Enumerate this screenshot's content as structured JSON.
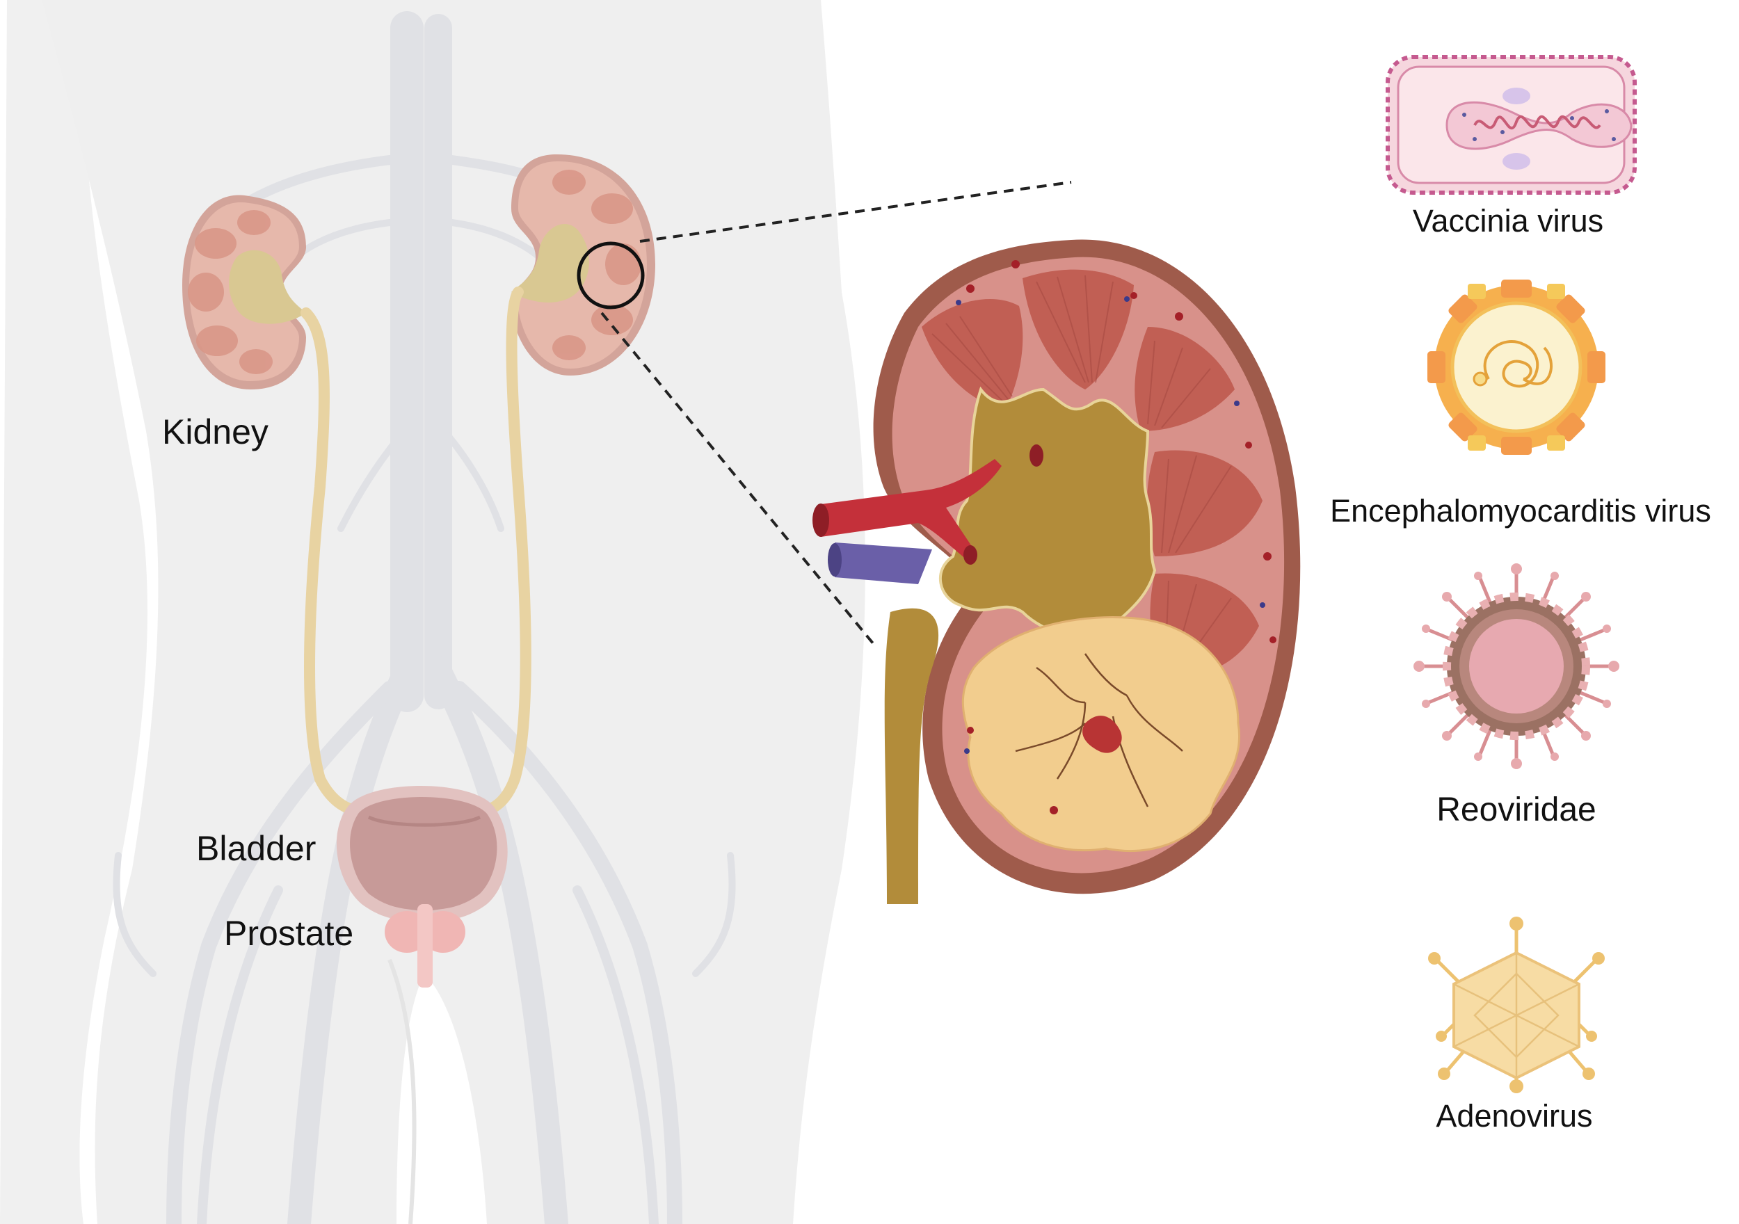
{
  "anatomy_labels": {
    "kidney": "Kidney",
    "bladder": "Bladder",
    "prostate": "Prostate"
  },
  "viruses": [
    {
      "name": "Vaccinia virus",
      "icon": "vaccinia-virus-icon"
    },
    {
      "name": "Encephalomyocarditis virus",
      "icon": "encephalomyocarditis-virus-icon"
    },
    {
      "name": "Reoviridae",
      "icon": "reoviridae-icon"
    },
    {
      "name": "Adenovirus",
      "icon": "adenovirus-icon"
    }
  ],
  "colors": {
    "body": "#efefef",
    "vessels": "#e0e1e5",
    "kidney_cortex": "#dcae9e",
    "kidney_medulla": "#c9715f",
    "pelvis": "#b28c3a",
    "artery": "#c4303a",
    "vein": "#6a5fa8",
    "fat": "#f2cd8e",
    "capsule": "#9f5b4b",
    "ureter": "#e8d3a2",
    "bladder": "#c79a98",
    "prostate": "#f0b6b4"
  }
}
